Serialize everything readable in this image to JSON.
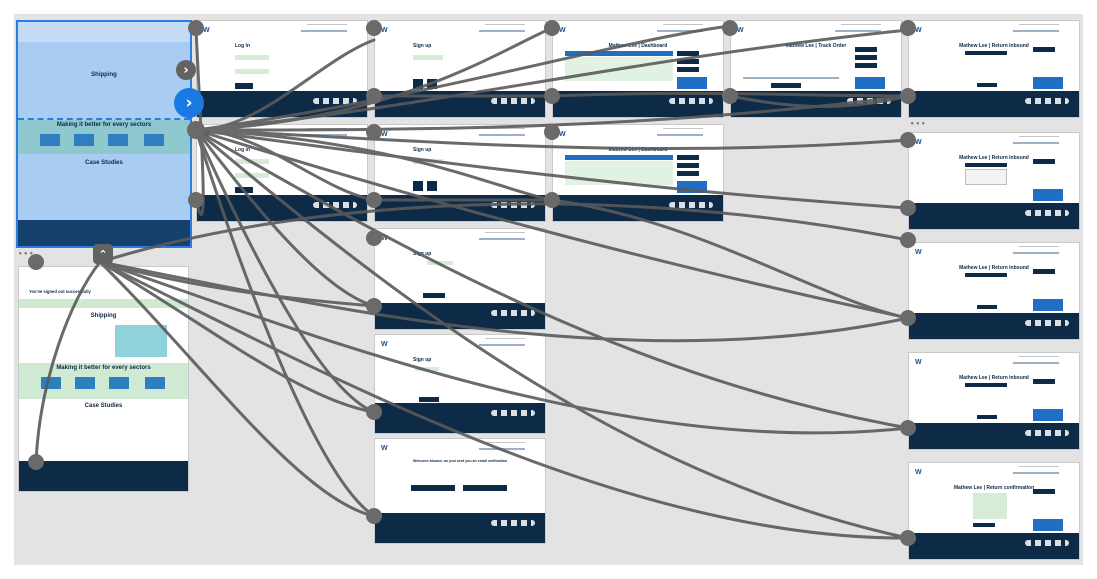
{
  "colors": {
    "board": "#e3e3e3",
    "wire": "#5a5a5a",
    "accent": "#1b7ae2",
    "footer": "#0d2a47"
  },
  "selected_frame": {
    "section_shipping": "Shipping",
    "section_sectors": "Making it better for every sectors",
    "section_case_studies": "Case Studies"
  },
  "signed_out_page": {
    "message": "You've signed out successfully",
    "section_shipping": "Shipping",
    "section_sectors": "Making it better for every sectors",
    "section_case_studies": "Case Studies"
  },
  "frames": {
    "log_in_1": "Log in",
    "log_in_2": "Log in",
    "sign_up_1": "Sign up",
    "sign_up_2": "Sign up",
    "sign_up_3": "Sign up",
    "sign_up_4": "Sign up",
    "welcome": "Welcome aboard, we just sent you an email verification",
    "dashboard_1": "Mathew Lee | Dashboard",
    "dashboard_2": "Mathew Lee | Dashboard",
    "track_order": "Mathew Lee | Track Order",
    "return_inbound_1": "Mathew Lee | Return inbound",
    "return_inbound_2": "Mathew Lee | Return inbound",
    "return_inbound_3": "Mathew Lee | Return inbound",
    "return_inbound_4": "Mathew Lee | Return inbound",
    "return_confirmation": "Mathew Lee | Return confirmation"
  },
  "icons": {
    "next": "chevron-right-icon",
    "play": "play-arrow-icon",
    "up": "chevron-up-icon"
  }
}
